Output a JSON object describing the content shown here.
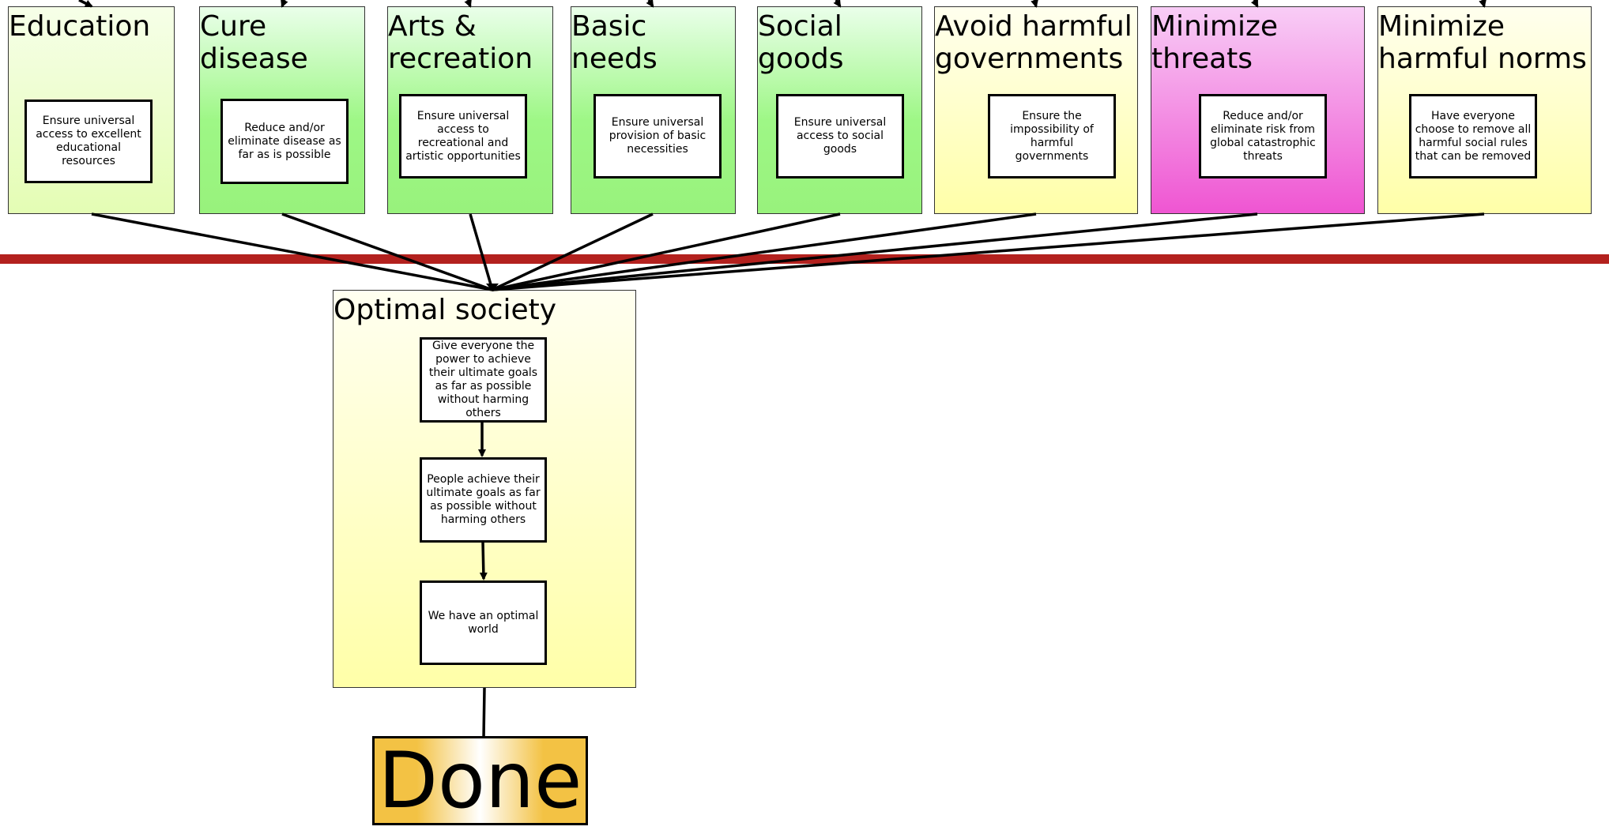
{
  "goals": [
    {
      "title": "Education",
      "task": "Ensure universal access to excellent educational resources"
    },
    {
      "title": "Cure disease",
      "task": "Reduce and/or eliminate disease as far as is possible"
    },
    {
      "title": "Arts & recreation",
      "task": "Ensure universal access to recreational and artistic opportunities"
    },
    {
      "title": "Basic needs",
      "task": "Ensure universal provision of basic necessities"
    },
    {
      "title": "Social goods",
      "task": "Ensure universal access to social goods"
    },
    {
      "title": "Avoid harmful governments",
      "task": "Ensure the impossibility of harmful governments"
    },
    {
      "title": "Minimize threats",
      "task": "Reduce and/or eliminate risk from global catastrophic threats"
    },
    {
      "title": "Minimize harmful norms",
      "task": "Have everyone choose to remove all harmful social rules that can be removed"
    }
  ],
  "optimal": {
    "title": "Optimal society",
    "steps": [
      "Give everyone the power to achieve their ultimate goals as far as possible without harming others",
      "People achieve their ultimate goals as far as possible without harming others",
      "We have an optimal world"
    ]
  },
  "done": "Done",
  "colors": {
    "divider": "#b3211e",
    "done": "#f3c244",
    "green": "#98f27c",
    "yellow": "#ffffa8",
    "pink": "#ef55d2"
  }
}
